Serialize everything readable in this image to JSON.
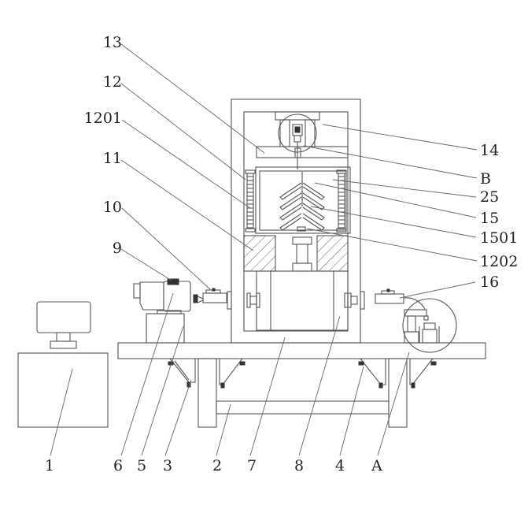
{
  "diagram": {
    "type": "patent-mechanical-drawing",
    "line_color": "#555555",
    "text_color": "#222222",
    "labels": {
      "l1": "1",
      "l2": "2",
      "l3": "3",
      "l4": "4",
      "l5": "5",
      "l6": "6",
      "l7": "7",
      "l8": "8",
      "l9": "9",
      "l10": "10",
      "l11": "11",
      "l12": "12",
      "l1201": "1201",
      "l13": "13",
      "l14": "14",
      "lB": "B",
      "l25": "25",
      "l15": "15",
      "l1501": "1501",
      "l1202": "1202",
      "l16": "16",
      "lA": "A"
    }
  }
}
